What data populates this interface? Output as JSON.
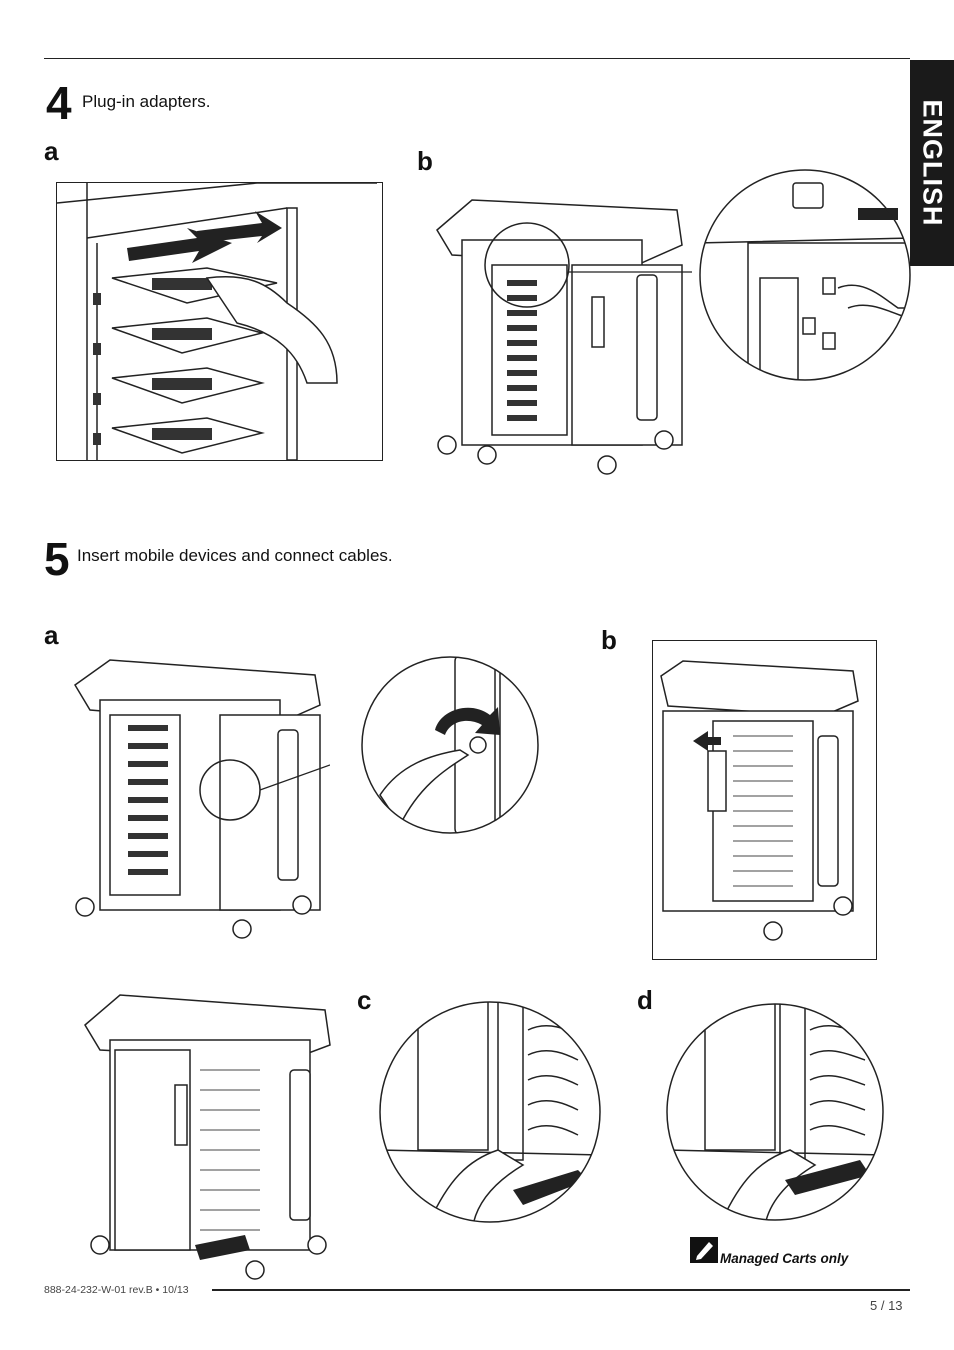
{
  "sidebar_tab": {
    "label": "ENGLISH"
  },
  "step4": {
    "number": "4",
    "title": "Plug-in adapters.",
    "label_a": "a",
    "label_b": "b"
  },
  "step5": {
    "number": "5",
    "title": "Insert mobile devices and connect cables.",
    "label_a": "a",
    "label_b": "b",
    "label_c": "c",
    "label_d": "d"
  },
  "note": {
    "icon": "pencil-note-icon",
    "text": "Managed Carts only"
  },
  "footer": {
    "doc_code": "888-24-232-W-01 rev.B • 10/13",
    "page": "5 / 13"
  }
}
